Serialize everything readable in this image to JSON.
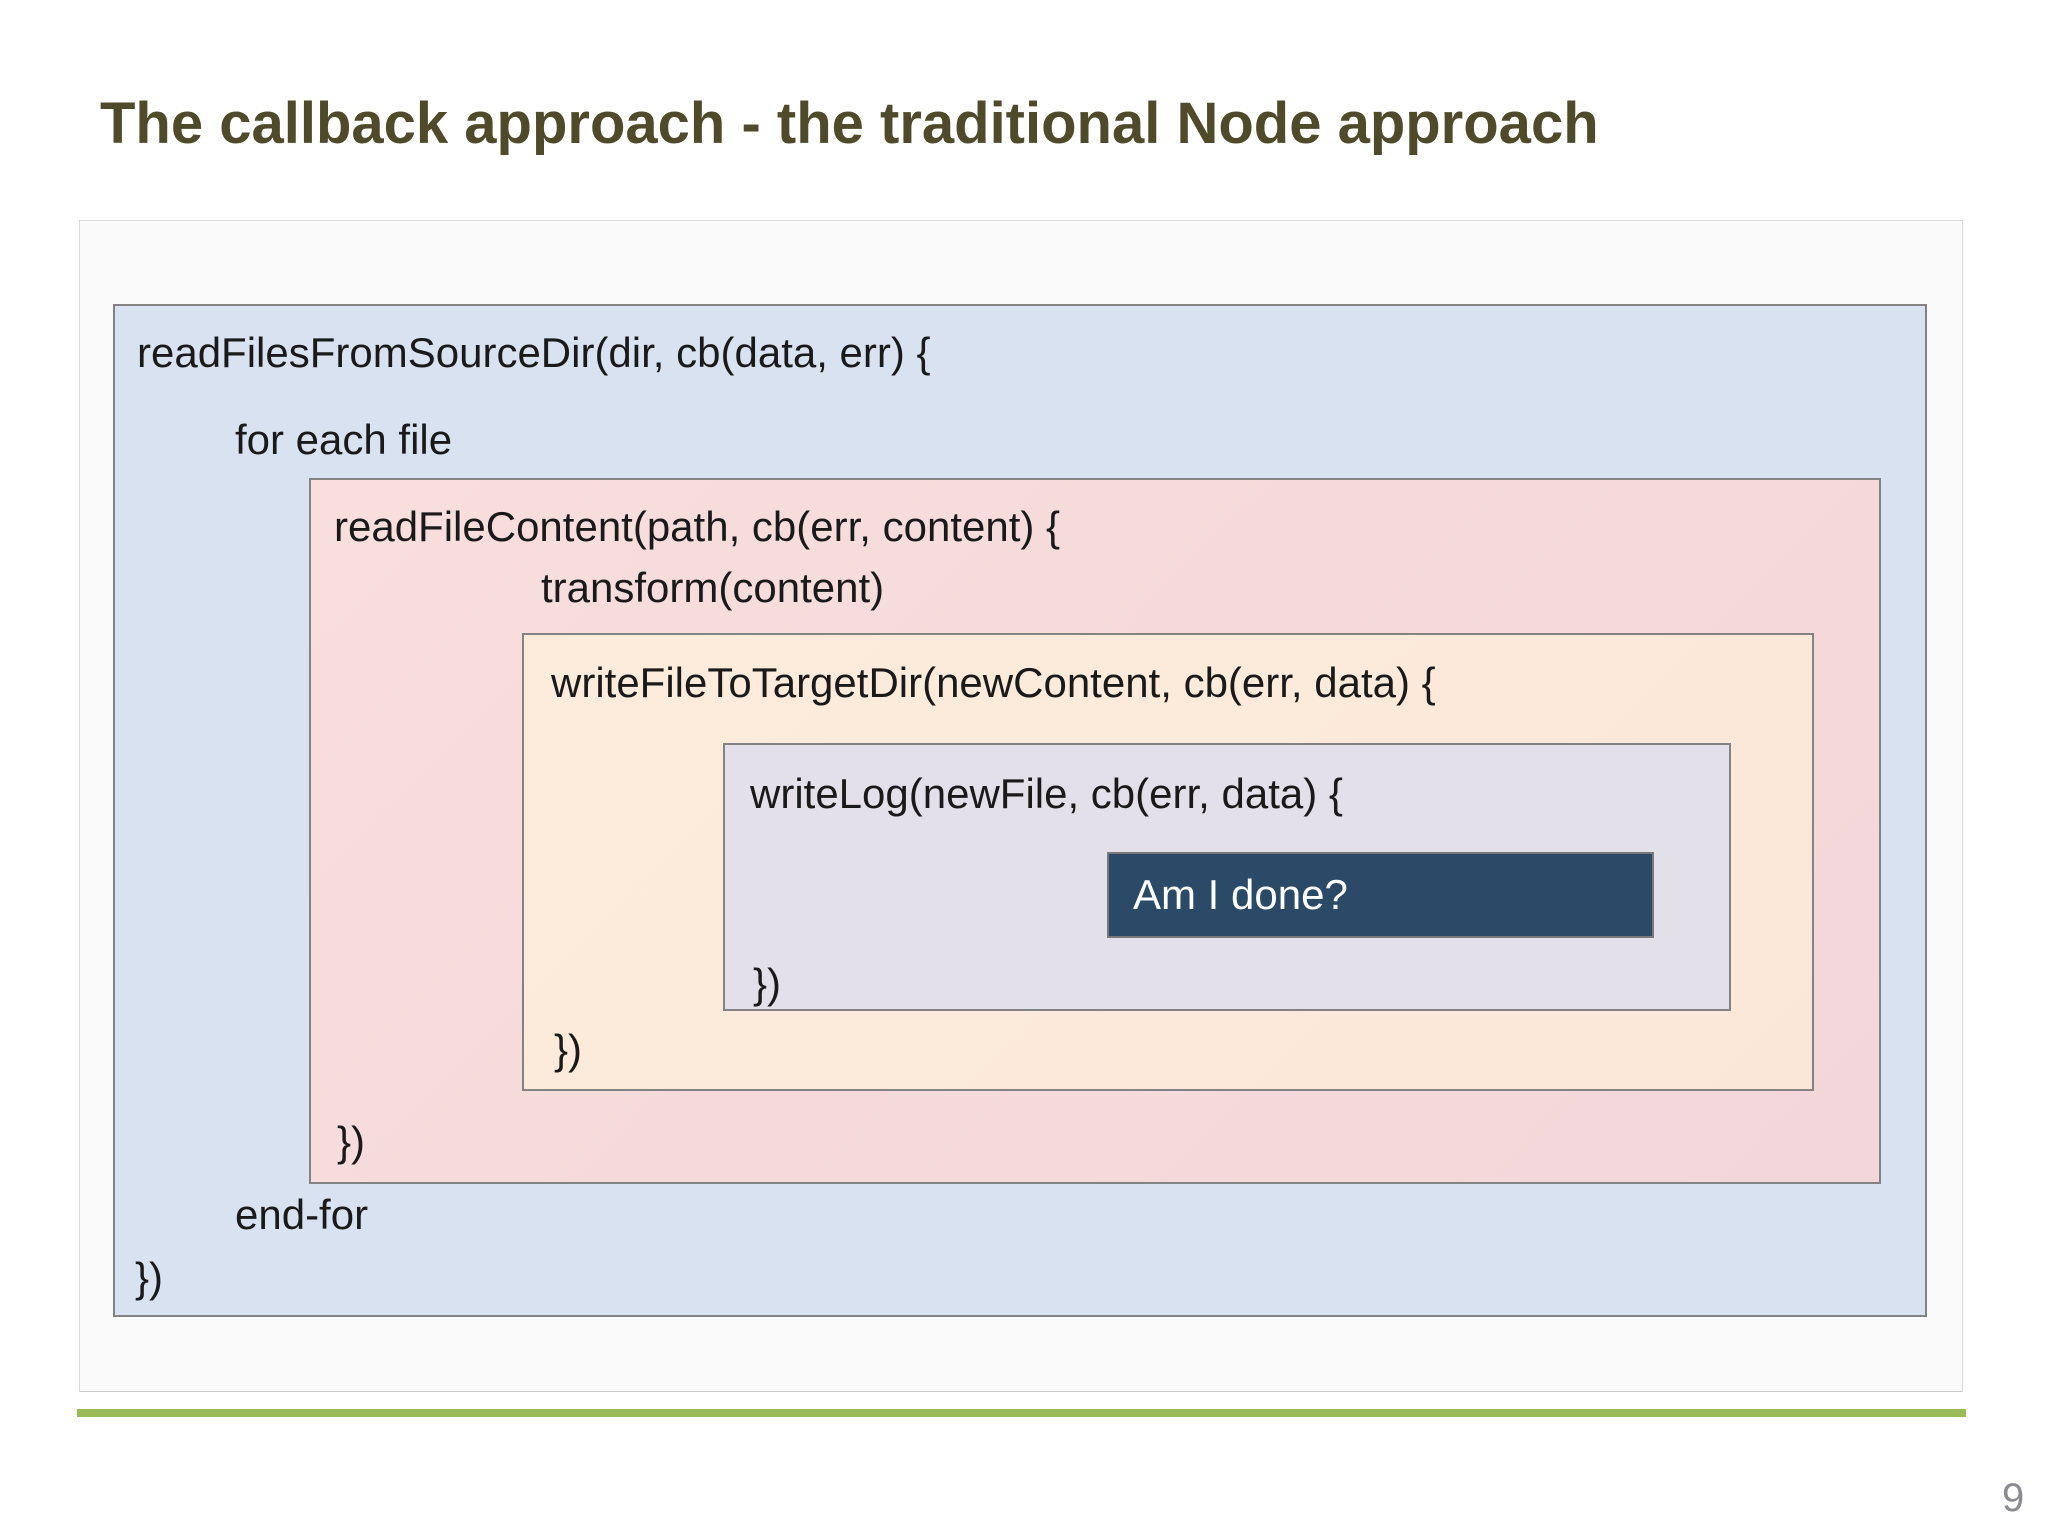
{
  "slide": {
    "title": "The callback approach - the traditional Node approach",
    "page_number": "9"
  },
  "diagram": {
    "outer_call": {
      "open": "readFilesFromSourceDir(dir, cb(data, err) {",
      "loop_open": "for each file",
      "loop_close": "end-for",
      "close": "})"
    },
    "read_file_content": {
      "open": "readFileContent(path, cb(err, content) {",
      "transform": "transform(content)",
      "close": "})"
    },
    "write_file_to_target_dir": {
      "open": "writeFileToTargetDir(newContent, cb(err, data) {",
      "close": "})"
    },
    "write_log": {
      "open": "writeLog(newFile, cb(err, data) {",
      "close": "})"
    },
    "am_i_done": "Am I done?"
  },
  "colors": {
    "title_text": "#4e4a2a",
    "accent_line": "#9bba58",
    "panel_bg": "#fafafa",
    "level1_bg": "#d9e2f0",
    "level2_bg": "#f5d9da",
    "level3_bg": "#fceadb",
    "level4_bg": "#e4e0ea",
    "highlight_bg": "#2b4a68",
    "highlight_text": "#ffffff",
    "box_border": "#838383",
    "code_text": "#1a1a1a",
    "page_number_text": "#8a8a8f"
  }
}
